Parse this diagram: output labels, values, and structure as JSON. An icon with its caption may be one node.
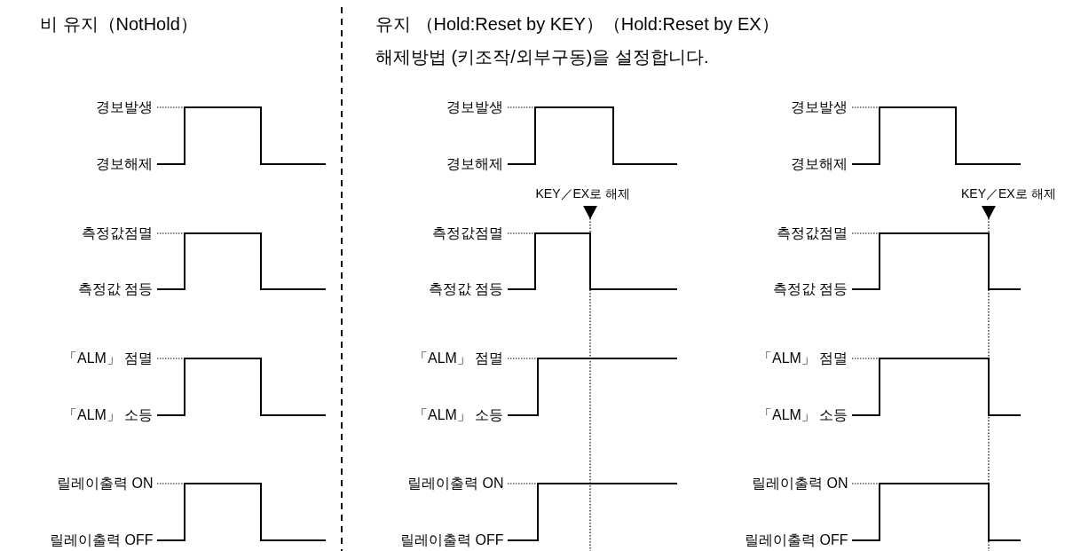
{
  "diagram": {
    "labels": [
      "비 유지（NotHold）",
      "유지 （Hold:Reset by KEY）（Hold:Reset by EX）",
      "해제방법 (키조작/외부구동)을 설정합니다.",
      "경보발생",
      "경보발생",
      "경보발생",
      "경보해제",
      "경보해제",
      "경보해제",
      "KEY／EX로 해제",
      "KEY／EX로 해제",
      "측정값점멸",
      "측정값점멸",
      "측정값점멸",
      "측정값 점등",
      "측정값 점등",
      "측정값 점등",
      "「ALM」 점멸",
      "「ALM」 점멸",
      "「ALM」 점멸",
      "「ALM」 소등",
      "「ALM」 소등",
      "「ALM」 소등",
      "릴레이출력 ON",
      "릴레이출력 ON",
      "릴레이출력 ON",
      "릴레이출력 OFF",
      "릴레이출력 OFF",
      "릴레이출력 OFF"
    ]
  }
}
